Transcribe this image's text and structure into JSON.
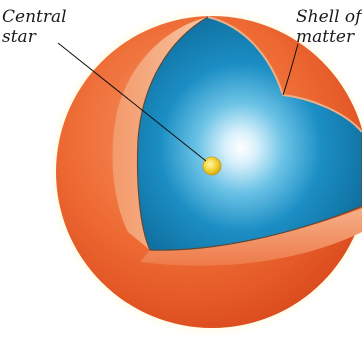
{
  "labels": {
    "central_star": [
      "Central",
      "star"
    ],
    "shell_of_matter": [
      "Shell of",
      "matter"
    ]
  },
  "colors": {
    "glow": "#fbe98a",
    "shell_outer": "#e8551f",
    "shell_inner_face": "#f6b08a",
    "cavity": "#1b8ec4",
    "cavity_dark": "#0f6e9e",
    "star": "#f2d432",
    "leader_line": "#111111"
  }
}
